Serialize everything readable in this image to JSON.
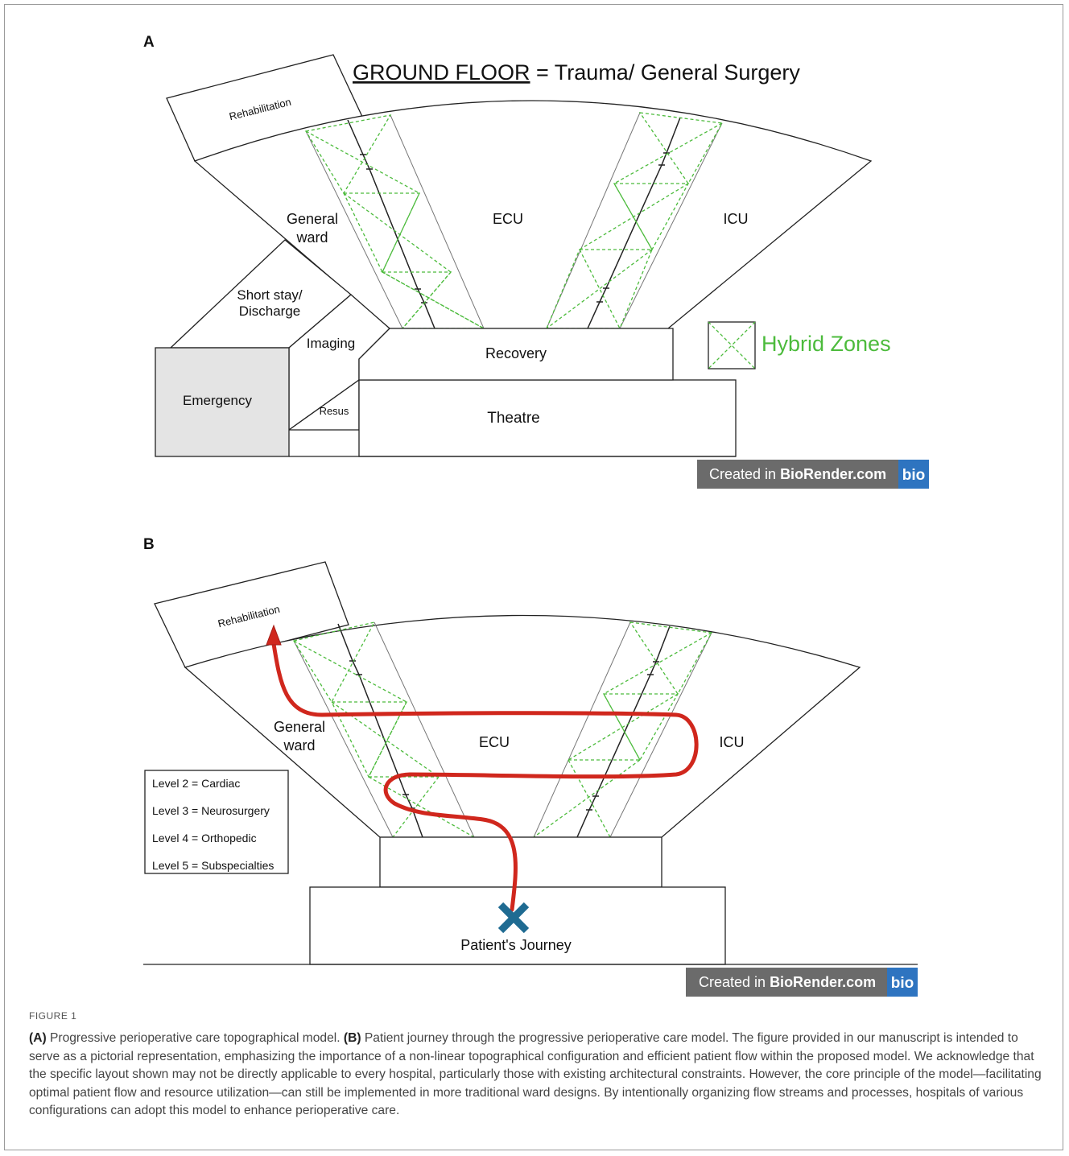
{
  "panel_a": {
    "label": "A",
    "title_underlined": "GROUND FLOOR",
    "title_rest": " = Trauma/ General Surgery",
    "zones": {
      "rehabilitation": "Rehabilitation",
      "general_ward_line1": "General",
      "general_ward_line2": "ward",
      "ecu": "ECU",
      "icu": "ICU",
      "short_stay_line1": "Short stay/",
      "short_stay_line2": "Discharge",
      "imaging": "Imaging",
      "recovery": "Recovery",
      "emergency": "Emergency",
      "resus": "Resus",
      "theatre": "Theatre"
    },
    "legend_label": "Hybrid Zones",
    "badge_text": "Created in ",
    "badge_brand": "BioRender.com",
    "badge_logo": "bio"
  },
  "panel_b": {
    "label": "B",
    "zones": {
      "rehabilitation": "Rehabilitation",
      "general_ward_line1": "General",
      "general_ward_line2": "ward",
      "ecu": "ECU",
      "icu": "ICU",
      "patient_journey": "Patient's Journey"
    },
    "levels": [
      "Level 2 = Cardiac",
      "Level 3 = Neurosurgery",
      "Level 4 = Orthopedic",
      "Level 5 = Subspecialties"
    ],
    "badge_text": "Created in ",
    "badge_brand": "BioRender.com",
    "badge_logo": "bio"
  },
  "caption": {
    "figure_label": "FIGURE 1",
    "a_label": "(A)",
    "a_text": " Progressive perioperative care topographical model. ",
    "b_label": "(B)",
    "b_text": " Patient journey through the progressive perioperative care model. The figure provided in our manuscript is intended to serve as a pictorial representation, emphasizing the importance of a non-linear topographical configuration and efficient patient flow within the proposed model. We acknowledge that the specific layout shown may not be directly applicable to every hospital, particularly those with existing architectural constraints. However, the core principle of the model—facilitating optimal patient flow and resource utilization—can still be implemented in more traditional ward designs. By intentionally organizing flow streams and processes, hospitals of various configurations can adopt this model to enhance perioperative care."
  },
  "colors": {
    "hybrid_green": "#4cbb3c",
    "journey_red": "#d0271d",
    "start_marker_blue": "#1f6b92",
    "emergency_fill": "#e4e4e4",
    "badge_gray": "#6b6b6b",
    "badge_blue": "#2e74c0"
  }
}
